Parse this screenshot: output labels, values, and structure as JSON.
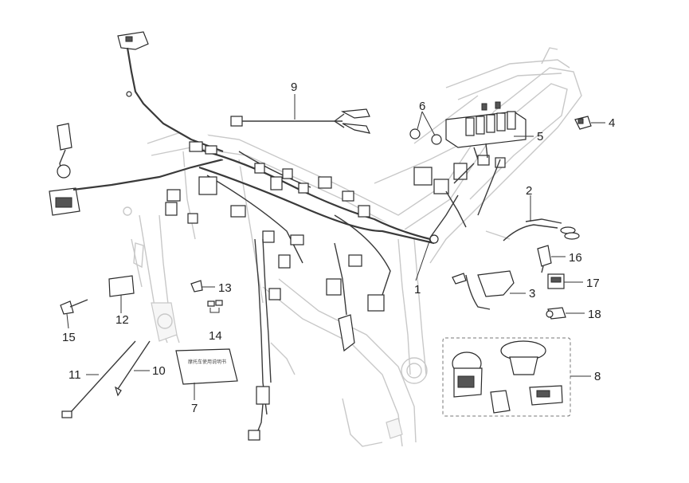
{
  "callouts": {
    "c1": "1",
    "c2": "2",
    "c3": "3",
    "c4": "4",
    "c5": "5",
    "c6": "6",
    "c7": "7",
    "c8": "8",
    "c9": "9",
    "c10": "10",
    "c11": "11",
    "c12": "12",
    "c13": "13",
    "c14": "14",
    "c15": "15",
    "c16": "16",
    "c17": "17",
    "c18": "18"
  },
  "manual_label": "摩托车使用说明书",
  "colors": {
    "line": "#333333",
    "frame": "#c8c8c8",
    "background": "#ffffff"
  }
}
